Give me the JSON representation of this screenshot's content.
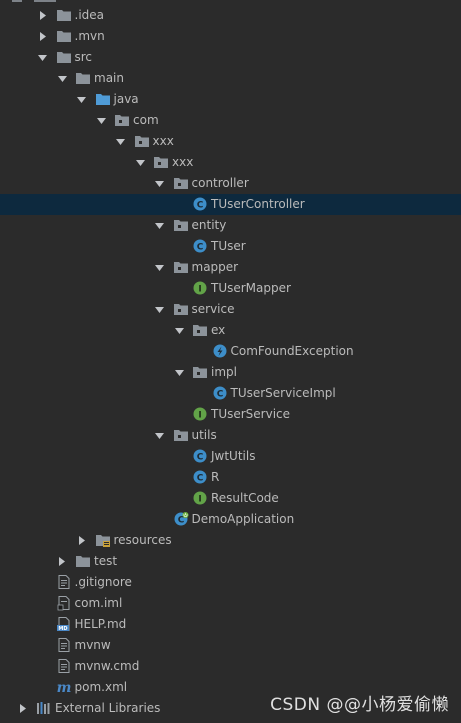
{
  "tree": [
    {
      "label": ".idea",
      "depth": 1,
      "arrow": "right",
      "icon": "folder-icon"
    },
    {
      "label": ".mvn",
      "depth": 1,
      "arrow": "right",
      "icon": "folder-icon"
    },
    {
      "label": "src",
      "depth": 1,
      "arrow": "down",
      "icon": "folder-icon"
    },
    {
      "label": "main",
      "depth": 2,
      "arrow": "down",
      "icon": "folder-icon"
    },
    {
      "label": "java",
      "depth": 3,
      "arrow": "down",
      "icon": "source-folder-icon"
    },
    {
      "label": "com",
      "depth": 4,
      "arrow": "down",
      "icon": "package-icon"
    },
    {
      "label": "xxx",
      "depth": 5,
      "arrow": "down",
      "icon": "package-icon"
    },
    {
      "label": "xxx",
      "depth": 6,
      "arrow": "down",
      "icon": "package-icon"
    },
    {
      "label": "controller",
      "depth": 7,
      "arrow": "down",
      "icon": "package-icon"
    },
    {
      "label": "TUserController",
      "depth": 8,
      "arrow": "none",
      "icon": "class-icon",
      "selected": true
    },
    {
      "label": "entity",
      "depth": 7,
      "arrow": "down",
      "icon": "package-icon"
    },
    {
      "label": "TUser",
      "depth": 8,
      "arrow": "none",
      "icon": "class-icon"
    },
    {
      "label": "mapper",
      "depth": 7,
      "arrow": "down",
      "icon": "package-icon"
    },
    {
      "label": "TUserMapper",
      "depth": 8,
      "arrow": "none",
      "icon": "interface-icon"
    },
    {
      "label": "service",
      "depth": 7,
      "arrow": "down",
      "icon": "package-icon"
    },
    {
      "label": "ex",
      "depth": 8,
      "arrow": "down",
      "icon": "package-icon"
    },
    {
      "label": "ComFoundException",
      "depth": 9,
      "arrow": "none",
      "icon": "exception-icon"
    },
    {
      "label": "impl",
      "depth": 8,
      "arrow": "down",
      "icon": "package-icon"
    },
    {
      "label": "TUserServiceImpl",
      "depth": 9,
      "arrow": "none",
      "icon": "class-icon"
    },
    {
      "label": "TUserService",
      "depth": 8,
      "arrow": "none",
      "icon": "interface-icon"
    },
    {
      "label": "utils",
      "depth": 7,
      "arrow": "down",
      "icon": "package-icon"
    },
    {
      "label": "JwtUtils",
      "depth": 8,
      "arrow": "none",
      "icon": "class-icon"
    },
    {
      "label": "R",
      "depth": 8,
      "arrow": "none",
      "icon": "class-icon"
    },
    {
      "label": "ResultCode",
      "depth": 8,
      "arrow": "none",
      "icon": "interface-icon"
    },
    {
      "label": "DemoApplication",
      "depth": 7,
      "arrow": "none",
      "icon": "spring-boot-class-icon"
    },
    {
      "label": "resources",
      "depth": 3,
      "arrow": "right",
      "icon": "resources-folder-icon"
    },
    {
      "label": "test",
      "depth": 2,
      "arrow": "right",
      "icon": "folder-icon"
    },
    {
      "label": ".gitignore",
      "depth": 1,
      "arrow": "none",
      "icon": "text-file-icon"
    },
    {
      "label": "com.iml",
      "depth": 1,
      "arrow": "none",
      "icon": "module-file-icon"
    },
    {
      "label": "HELP.md",
      "depth": 1,
      "arrow": "none",
      "icon": "markdown-file-icon"
    },
    {
      "label": "mvnw",
      "depth": 1,
      "arrow": "none",
      "icon": "text-file-icon"
    },
    {
      "label": "mvnw.cmd",
      "depth": 1,
      "arrow": "none",
      "icon": "text-file-icon"
    },
    {
      "label": "pom.xml",
      "depth": 1,
      "arrow": "none",
      "icon": "maven-pom-icon"
    },
    {
      "label": "External Libraries",
      "depth": 0,
      "arrow": "right",
      "icon": "libraries-icon"
    }
  ],
  "watermark": "CSDN @@小杨爱偷懒",
  "colors": {
    "background": "#2b2b2b",
    "selection": "#0d293e",
    "text": "#bbbbbb",
    "folder": "#8c939a",
    "source_folder": "#4f9bd6",
    "class": "#3d8ec9",
    "interface": "#62a348",
    "exception": "#3d8ec9"
  }
}
